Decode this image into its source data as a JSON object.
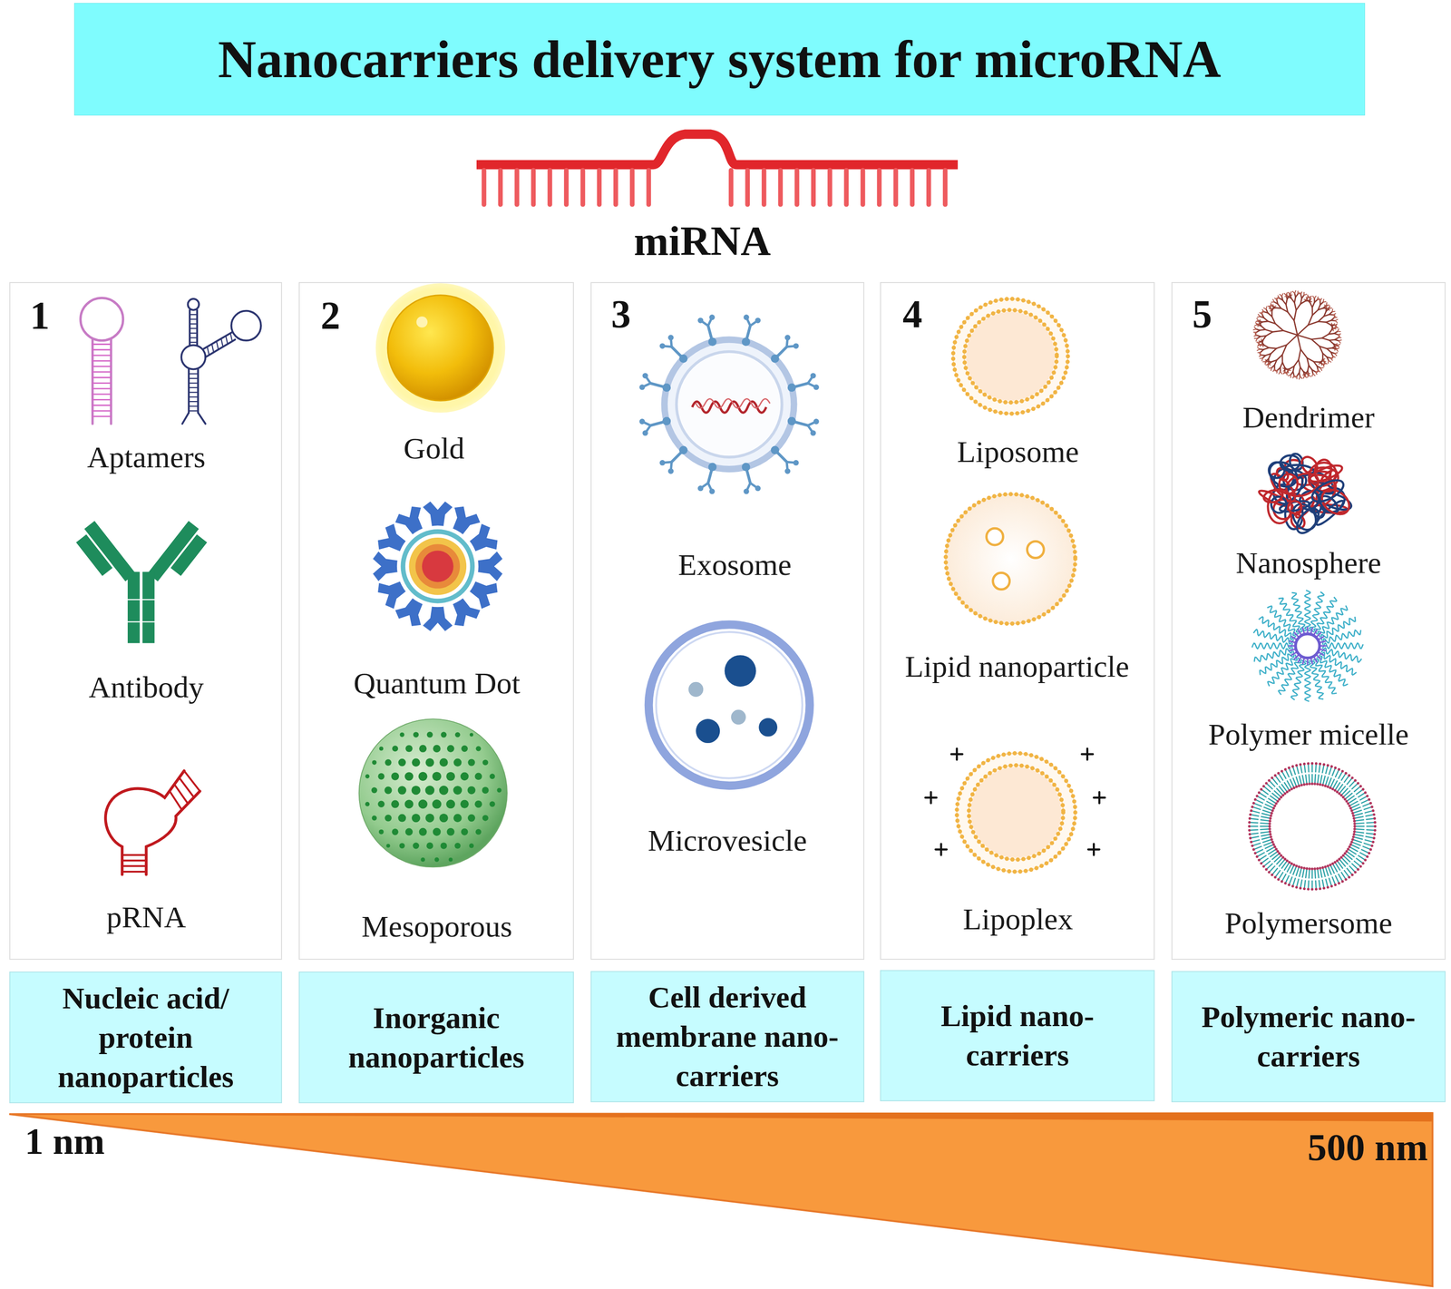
{
  "diagram": {
    "title": "Nanocarriers delivery system for microRNA",
    "nodes": [
      {
        "text": [
          "1",
          "Aptamers",
          "Antibody",
          "pRNA"
        ]
      },
      {
        "text": [
          "2",
          "Gold",
          "Quantum Dot",
          "Mesoporous"
        ]
      },
      {
        "text": [
          "3",
          "Exosome",
          "Microvesicle"
        ]
      },
      {
        "text": [
          "4",
          "Liposome",
          "Lipid nanoparticle",
          "Lipoplex"
        ]
      },
      {
        "text": [
          "5",
          "Dendrimer",
          "Nanosphere",
          "Polymer micelle",
          "Polymersome"
        ]
      },
      {
        "text": [
          "Nucleic acid/ protein nanoparticles"
        ]
      },
      {
        "text": [
          "Inorganic nanoparticles"
        ]
      },
      {
        "text": [
          "Cell derived membrane nano- carriers"
        ]
      },
      {
        "text": [
          "Lipid nano- carriers"
        ]
      },
      {
        "text": [
          "Polymeric nano- carriers"
        ]
      }
    ],
    "labels": [
      "miRNA",
      "1 nm",
      "500 nm"
    ]
  }
}
